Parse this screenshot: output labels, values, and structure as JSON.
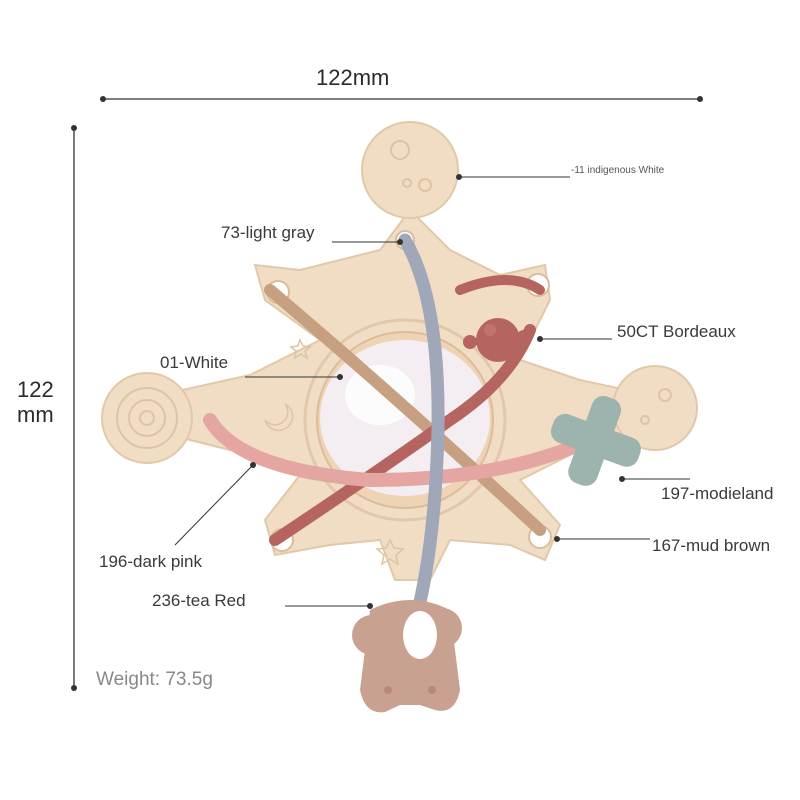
{
  "dimensions": {
    "width_label": "122mm",
    "height_label_line1": "122",
    "height_label_line2": "mm"
  },
  "callouts": {
    "indigenous_white": "-11 indigenous White",
    "light_gray": "73-light gray",
    "white": "01-White",
    "bordeaux": "50CT Bordeaux",
    "modieland": "197-modieland",
    "mud_brown": "167-mud brown",
    "dark_pink": "196-dark pink",
    "tea_red": "236-tea Red"
  },
  "weight": "Weight: 73.5g",
  "colors": {
    "cream": "#f1dcc4",
    "cream_shadow": "#e2c8aa",
    "light_gray": "#9fa7b8",
    "pink": "#e5a6a2",
    "bordeaux": "#b5645f",
    "tan": "#c6a080",
    "mint": "#9db4ae",
    "tea_red": "#c9a190",
    "white_ball": "#f4eef2",
    "annotation_line": "#333333"
  }
}
